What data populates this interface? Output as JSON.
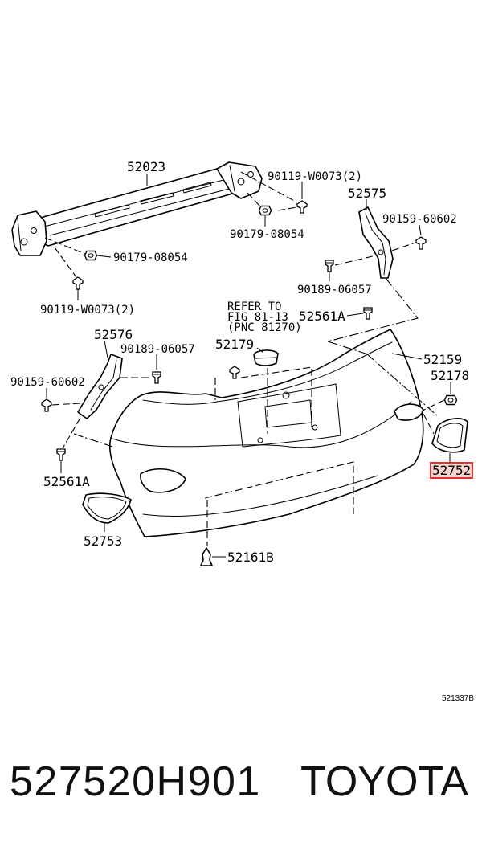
{
  "diagram": {
    "labels": {
      "p52023": "52023",
      "p90119_top": "90119-W0073(2)",
      "p52575": "52575",
      "p90159_right": "90159-60602",
      "p90179_mid": "90179-08054",
      "p90179_left": "90179-08054",
      "p90189_right": "90189-06057",
      "p90119_left": "90119-W0073(2)",
      "refer_line1": "REFER TO",
      "refer_line2": "FIG 81-13",
      "refer_line3": "(PNC 81270)",
      "p52561A_right": "52561A",
      "p52576": "52576",
      "p90189_left": "90189-06057",
      "p52179": "52179",
      "p52159": "52159",
      "p52178": "52178",
      "p90159_left": "90159-60602",
      "p52752": "52752",
      "p52561A_left": "52561A",
      "p52753": "52753",
      "p52161B": "52161B",
      "illustration_id": "521337B"
    },
    "highlighted_part": "52752"
  },
  "footer": {
    "part_number": "527520H901",
    "brand": "TOYOTA"
  },
  "colors": {
    "ink": "#000000",
    "highlight_stroke": "#e0312f",
    "highlight_fill": "#f8d3cf",
    "background": "#ffffff"
  }
}
